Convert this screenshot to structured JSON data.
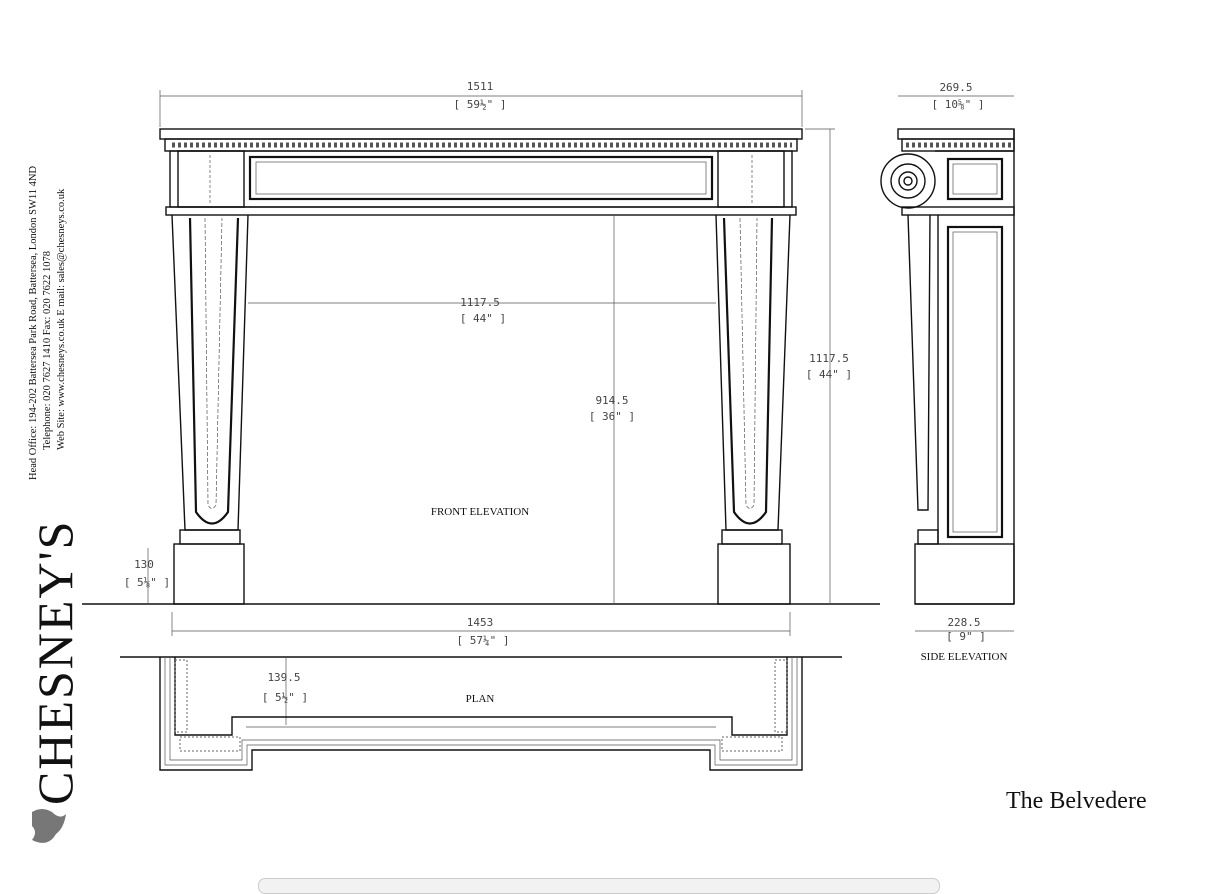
{
  "company": {
    "brand": "CHESNEY'S",
    "address_line": "Head Office: 194-202 Battersea Park Road, Battersea, London SW11 4ND",
    "phone_line": "Telephone: 020 7627 1410 Fax: 020 7622 1078",
    "web_line": "Web Site: www.chesneys.co.uk    E mail: sales@chesneys.co.uk"
  },
  "product_name": "The Belvedere",
  "views": {
    "front": "FRONT ELEVATION",
    "side": "SIDE ELEVATION",
    "plan": "PLAN"
  },
  "dimensions": {
    "overall_width": {
      "mm": "1511",
      "in": "[ 59½\" ]"
    },
    "opening_width": {
      "mm": "1117.5",
      "in": "[ 44\" ]"
    },
    "overall_height": {
      "mm": "1117.5",
      "in": "[ 44\" ]"
    },
    "opening_height": {
      "mm": "914.5",
      "in": "[ 36\" ]"
    },
    "plinth_height": {
      "mm": "130",
      "in": "[ 5⅛\" ]"
    },
    "footprint_width": {
      "mm": "1453",
      "in": "[ 57¼\" ]"
    },
    "plan_depth": {
      "mm": "139.5",
      "in": "[ 5½\" ]"
    },
    "side_top_depth": {
      "mm": "269.5",
      "in": "[ 10⅝\" ]"
    },
    "side_base_depth": {
      "mm": "228.5",
      "in": "[ 9\" ]"
    }
  }
}
